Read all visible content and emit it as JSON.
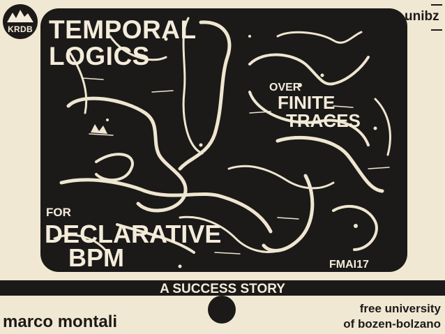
{
  "title_line1": "TEMPORAL",
  "title_line2": "LOGICS",
  "over": "OVER",
  "finite": "FINITE",
  "traces": "TRACES",
  "for": "FOR",
  "declarative": "DECLARATIVE",
  "bpm": "BPM",
  "venue": "FMAI17",
  "subtitle": "A SUCCESS STORY",
  "author": "marco montali",
  "institution_line1": "free university",
  "institution_line2": "of bozen-bolzano",
  "logo_left": "KRDB",
  "logo_right": "unibz",
  "colors": {
    "ink": "#1c1a18",
    "paper": "#f1e8d3"
  }
}
